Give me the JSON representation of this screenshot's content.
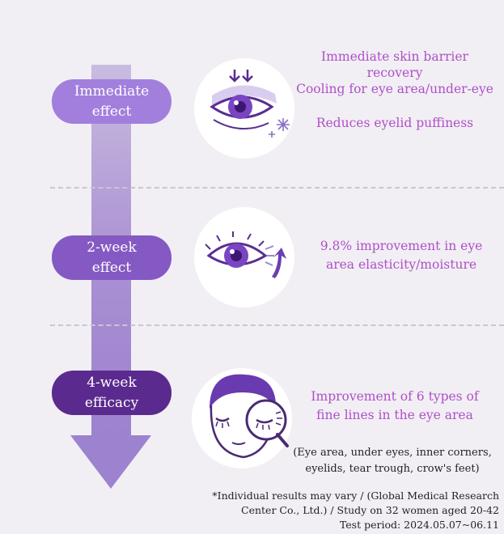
{
  "stages": [
    {
      "label": "Immediate\neffect",
      "color": "#a27fdd",
      "icon": "eye-pressing-arrows-icon",
      "benefits": [
        "Immediate skin barrier recovery",
        "Cooling for eye area/under-eye",
        "Reduces eyelid puffiness"
      ]
    },
    {
      "label": "2-week\neffect",
      "color": "#8559c3",
      "icon": "eye-lifting-arrow-icon",
      "benefits": [
        "9.8% improvement in eye",
        "area elasticity/moisture"
      ]
    },
    {
      "label": "4-week\nefficacy",
      "color": "#5b2a8e",
      "icon": "face-magnifier-icon",
      "benefits": [
        "Improvement of 6 types of",
        "fine lines in the eye area"
      ],
      "detail": [
        "(Eye area, under eyes, inner corners,",
        "eyelids, tear trough, crow's feet)"
      ]
    }
  ],
  "footnote": [
    "*Individual results may vary / (Global Medical Research",
    "Center Co., Ltd.) / Study on 32 women aged 20-42",
    "Test period: 2024.05.07~06.11"
  ],
  "colors": {
    "accent_text": "#b04fc7",
    "arrow": "#a98fd2",
    "icon_purple": "#6a34b0"
  }
}
